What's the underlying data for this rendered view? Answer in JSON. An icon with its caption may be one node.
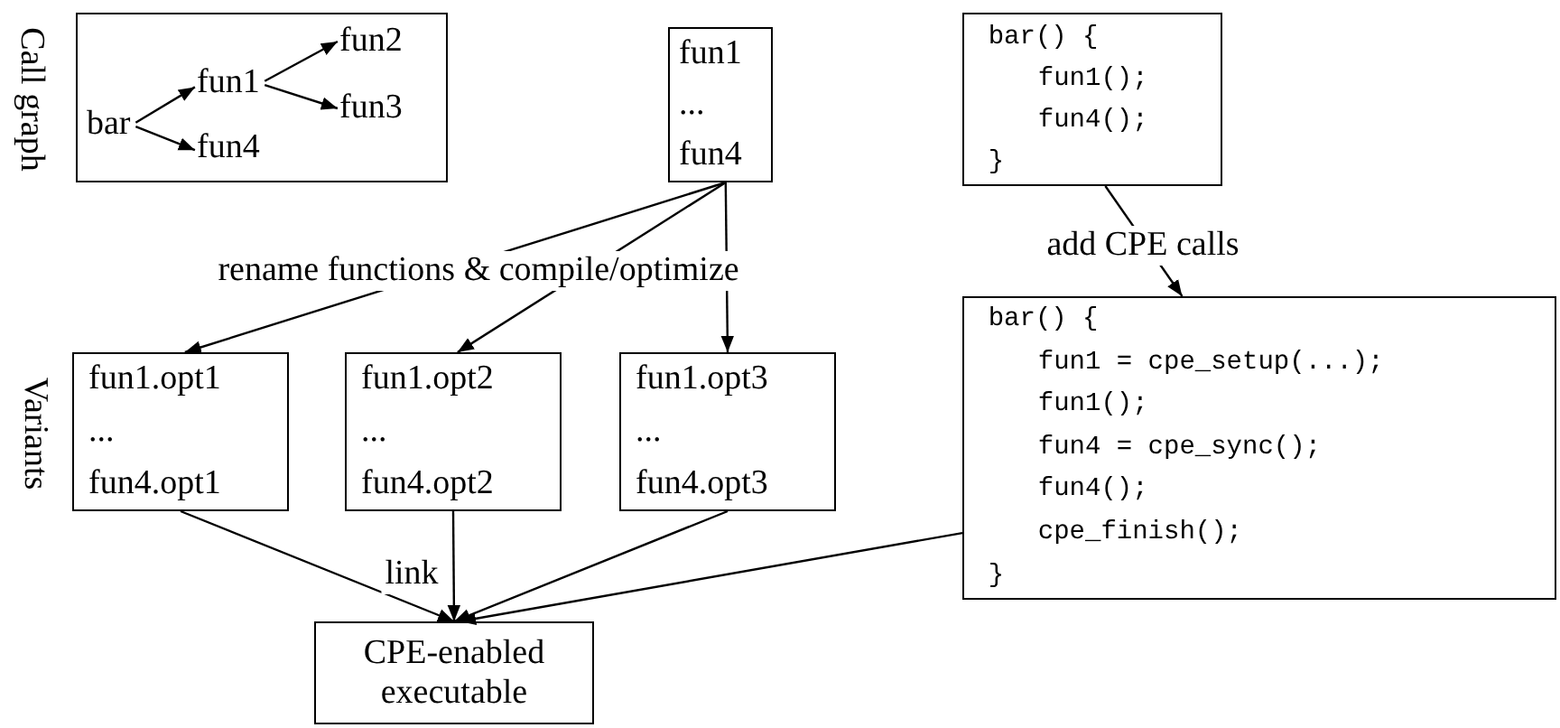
{
  "diagram": {
    "nodes": [
      {
        "text": [],
        "shape": "box"
      },
      {
        "text": [
          "bar"
        ],
        "in": 0
      },
      {
        "text": [
          "fun1"
        ],
        "in": 0
      },
      {
        "text": [
          "fun2"
        ],
        "in": 0
      },
      {
        "text": [
          "fun3"
        ],
        "in": 0
      },
      {
        "text": [
          "fun4"
        ],
        "in": 0
      },
      {
        "text": [
          "fun1",
          "...",
          "fun4"
        ]
      },
      {
        "text": [
          "bar() {",
          "fun1();",
          "fun4();",
          "}"
        ]
      },
      {
        "text": [
          "bar() {",
          "fun1 = cpe_setup(...);",
          "fun1();",
          "fun4 = cpe_sync();",
          "fun4();",
          "cpe_finish();",
          "}"
        ]
      },
      {
        "text": [
          "fun1.opt1",
          "...",
          "fun4.opt1"
        ]
      },
      {
        "text": [
          "fun1.opt2",
          "...",
          "fun4.opt2"
        ]
      },
      {
        "text": [
          "fun1.opt3",
          "...",
          "fun4.opt3"
        ]
      },
      {
        "text": [
          "CPE-enabled executable"
        ]
      }
    ],
    "edges": [
      {
        "from": 1,
        "to": 2,
        "arrow": "to"
      },
      {
        "from": 1,
        "to": 5,
        "arrow": "to"
      },
      {
        "from": 2,
        "to": 3,
        "arrow": "to"
      },
      {
        "from": 2,
        "to": 4,
        "arrow": "to"
      },
      {
        "from": 6,
        "to": 9,
        "arrow": "to"
      },
      {
        "from": 6,
        "to": 10,
        "arrow": "to",
        "label": "rename functions & compile/optimize"
      },
      {
        "from": 6,
        "to": 11,
        "arrow": "to"
      },
      {
        "from": 7,
        "to": 8,
        "arrow": "to",
        "label": "add CPE calls"
      },
      {
        "from": 9,
        "to": 12,
        "arrow": "to"
      },
      {
        "from": 10,
        "to": 12,
        "arrow": "to",
        "label": "link"
      },
      {
        "from": 11,
        "to": 12,
        "arrow": "to"
      },
      {
        "from": 8,
        "to": 12,
        "arrow": "to"
      }
    ],
    "labels": [
      "Call graph",
      "Variants"
    ]
  }
}
